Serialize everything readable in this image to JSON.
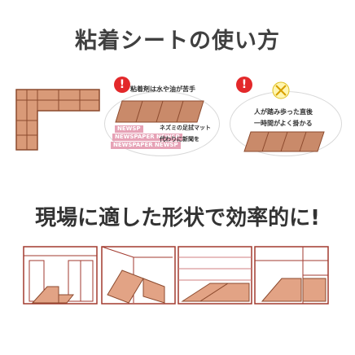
{
  "title": "粘着シートの使い方",
  "headline": "現場に適した形状で効率的に!",
  "warning_symbol": "!",
  "panel_left": {
    "note": "粘着剤は水や油が苦手",
    "annotation_line1": "ネズミの足拭マット",
    "annotation_line2": "代わりに新聞を",
    "newspaper_labels": [
      "NEWSP",
      "NEWSPAPER NEWSP",
      "NEWSPAPER NEWSP"
    ]
  },
  "panel_right": {
    "note_line1": "人が踏み歩った直後",
    "note_line2": "一時間がよく掛かる"
  },
  "icons": {
    "warning": "warning-icon",
    "no_step": "no-stepping-icon"
  },
  "colors": {
    "sheet": "#c98a6a",
    "sheet_dark": "#8c4a2e",
    "outline": "#a23a2f",
    "warning": "#e3282a",
    "newspaper": "#e6a2b6"
  }
}
